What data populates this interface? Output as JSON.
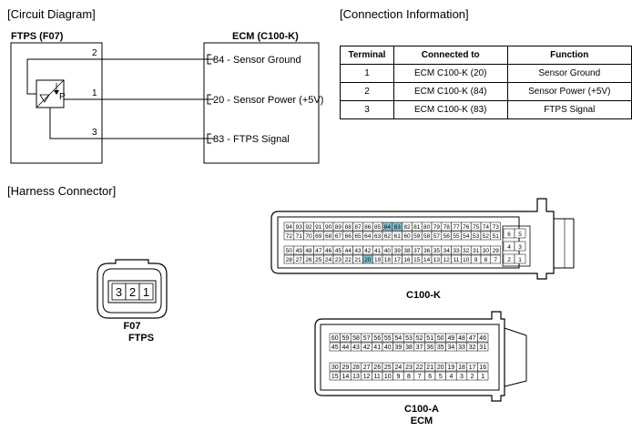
{
  "titles": {
    "circuit": "[Circuit Diagram]",
    "connection": "[Connection Information]",
    "harness": "[Harness Connector]"
  },
  "circuit": {
    "ftps_label": "FTPS (F07)",
    "ecm_label": "ECM (C100-K)",
    "sensor_letter": "P",
    "pin_2": "2",
    "pin_1": "1",
    "pin_3": "3",
    "ecm_pins": [
      "84 - Sensor Ground",
      "20 - Sensor Power (+5V)",
      "83 - FTPS Signal"
    ]
  },
  "table": {
    "headers": [
      "Terminal",
      "Connected to",
      "Function"
    ],
    "rows": [
      [
        "1",
        "ECM C100-K (20)",
        "Sensor Ground"
      ],
      [
        "2",
        "ECM C100-K (84)",
        "Sensor Power (+5V)"
      ],
      [
        "3",
        "ECM C100-K (83)",
        "FTPS Signal"
      ]
    ]
  },
  "f07": {
    "pins": [
      "3",
      "2",
      "1"
    ],
    "label1": "F07",
    "label2": "FTPS"
  },
  "c100k": {
    "label": "C100-K",
    "highlight_color": "#7fc4cf",
    "rows": [
      [
        "94",
        "93",
        "92",
        "91",
        "90",
        "89",
        "88",
        "87",
        "86",
        "85",
        "84",
        "83",
        "82",
        "81",
        "80",
        "79",
        "78",
        "77",
        "76",
        "75",
        "74",
        "73"
      ],
      [
        "72",
        "71",
        "70",
        "69",
        "68",
        "67",
        "66",
        "65",
        "64",
        "63",
        "62",
        "61",
        "60",
        "59",
        "58",
        "57",
        "56",
        "55",
        "54",
        "53",
        "52",
        "51"
      ],
      [
        "50",
        "49",
        "48",
        "47",
        "46",
        "45",
        "44",
        "43",
        "42",
        "41",
        "40",
        "39",
        "38",
        "37",
        "36",
        "35",
        "34",
        "33",
        "32",
        "31",
        "30",
        "29"
      ],
      [
        "28",
        "27",
        "26",
        "25",
        "24",
        "23",
        "22",
        "21",
        "20",
        "19",
        "18",
        "17",
        "16",
        "15",
        "14",
        "13",
        "12",
        "11",
        "10",
        "9",
        "8",
        "7"
      ]
    ],
    "highlights": [
      "84",
      "83",
      "20"
    ],
    "side_pins": [
      [
        "6",
        "5"
      ],
      [
        "4",
        "3"
      ],
      [
        "2",
        "1"
      ]
    ]
  },
  "c100a": {
    "label": "C100-A",
    "sublabel": "ECM",
    "rows": [
      [
        "60",
        "59",
        "58",
        "57",
        "56",
        "55",
        "54",
        "53",
        "52",
        "51",
        "50",
        "49",
        "48",
        "47",
        "46"
      ],
      [
        "45",
        "44",
        "43",
        "42",
        "41",
        "40",
        "39",
        "38",
        "37",
        "36",
        "35",
        "34",
        "33",
        "32",
        "31"
      ],
      [
        "30",
        "29",
        "28",
        "27",
        "26",
        "25",
        "24",
        "23",
        "22",
        "21",
        "20",
        "19",
        "18",
        "17",
        "16"
      ],
      [
        "15",
        "14",
        "13",
        "12",
        "11",
        "10",
        "9",
        "8",
        "7",
        "6",
        "5",
        "4",
        "3",
        "2",
        "1"
      ]
    ]
  }
}
